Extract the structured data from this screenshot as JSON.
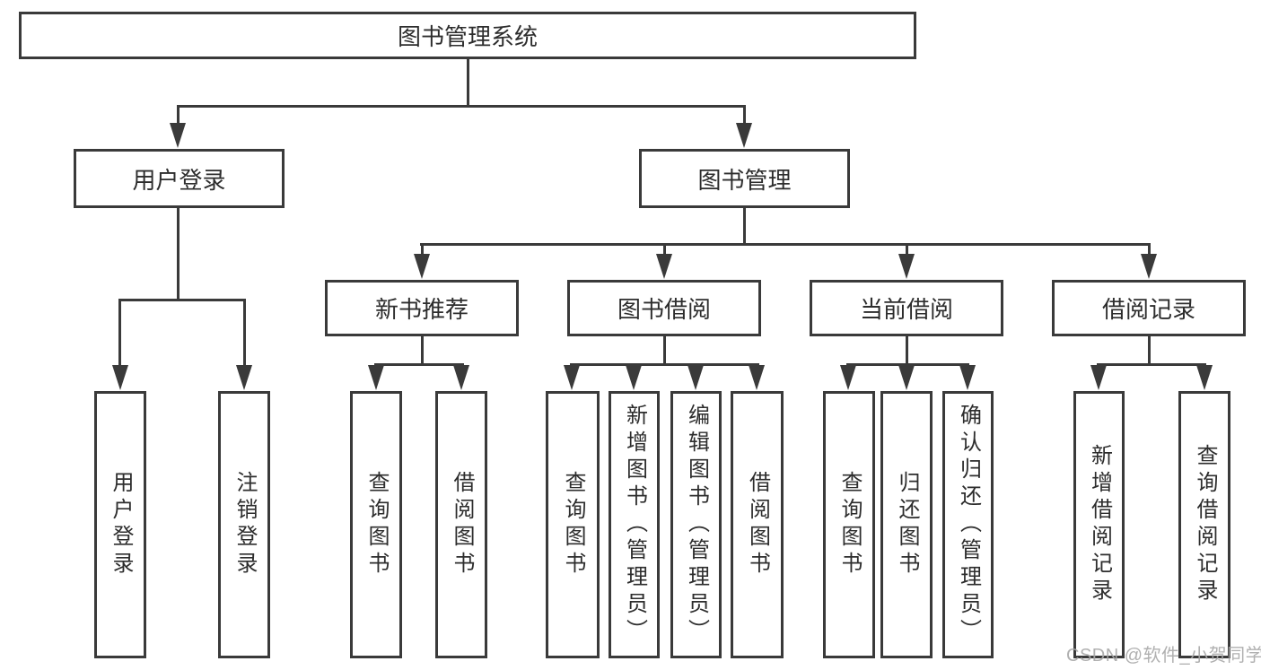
{
  "tree": {
    "root": "图书管理系统",
    "children": [
      {
        "label": "用户登录",
        "children": [
          {
            "label": "用户登录"
          },
          {
            "label": "注销登录"
          }
        ]
      },
      {
        "label": "图书管理",
        "children": [
          {
            "label": "新书推荐",
            "children": [
              {
                "label": "查询图书"
              },
              {
                "label": "借阅图书"
              }
            ]
          },
          {
            "label": "图书借阅",
            "children": [
              {
                "label": "查询图书"
              },
              {
                "label": "新增图书（管理员）"
              },
              {
                "label": "编辑图书（管理员）"
              },
              {
                "label": "借阅图书"
              }
            ]
          },
          {
            "label": "当前借阅",
            "children": [
              {
                "label": "查询图书"
              },
              {
                "label": "归还图书"
              },
              {
                "label": "确认归还（管理员）"
              }
            ]
          },
          {
            "label": "借阅记录",
            "children": [
              {
                "label": "新增借阅记录"
              },
              {
                "label": "查询借阅记录"
              }
            ]
          }
        ]
      }
    ]
  },
  "watermark": {
    "text": "CSDN @软件_小贺同学"
  },
  "colors": {
    "line": "#3a3a3a",
    "text": "#2d2d2d",
    "watermark": "#a8a8a8",
    "background": "#ffffff"
  }
}
